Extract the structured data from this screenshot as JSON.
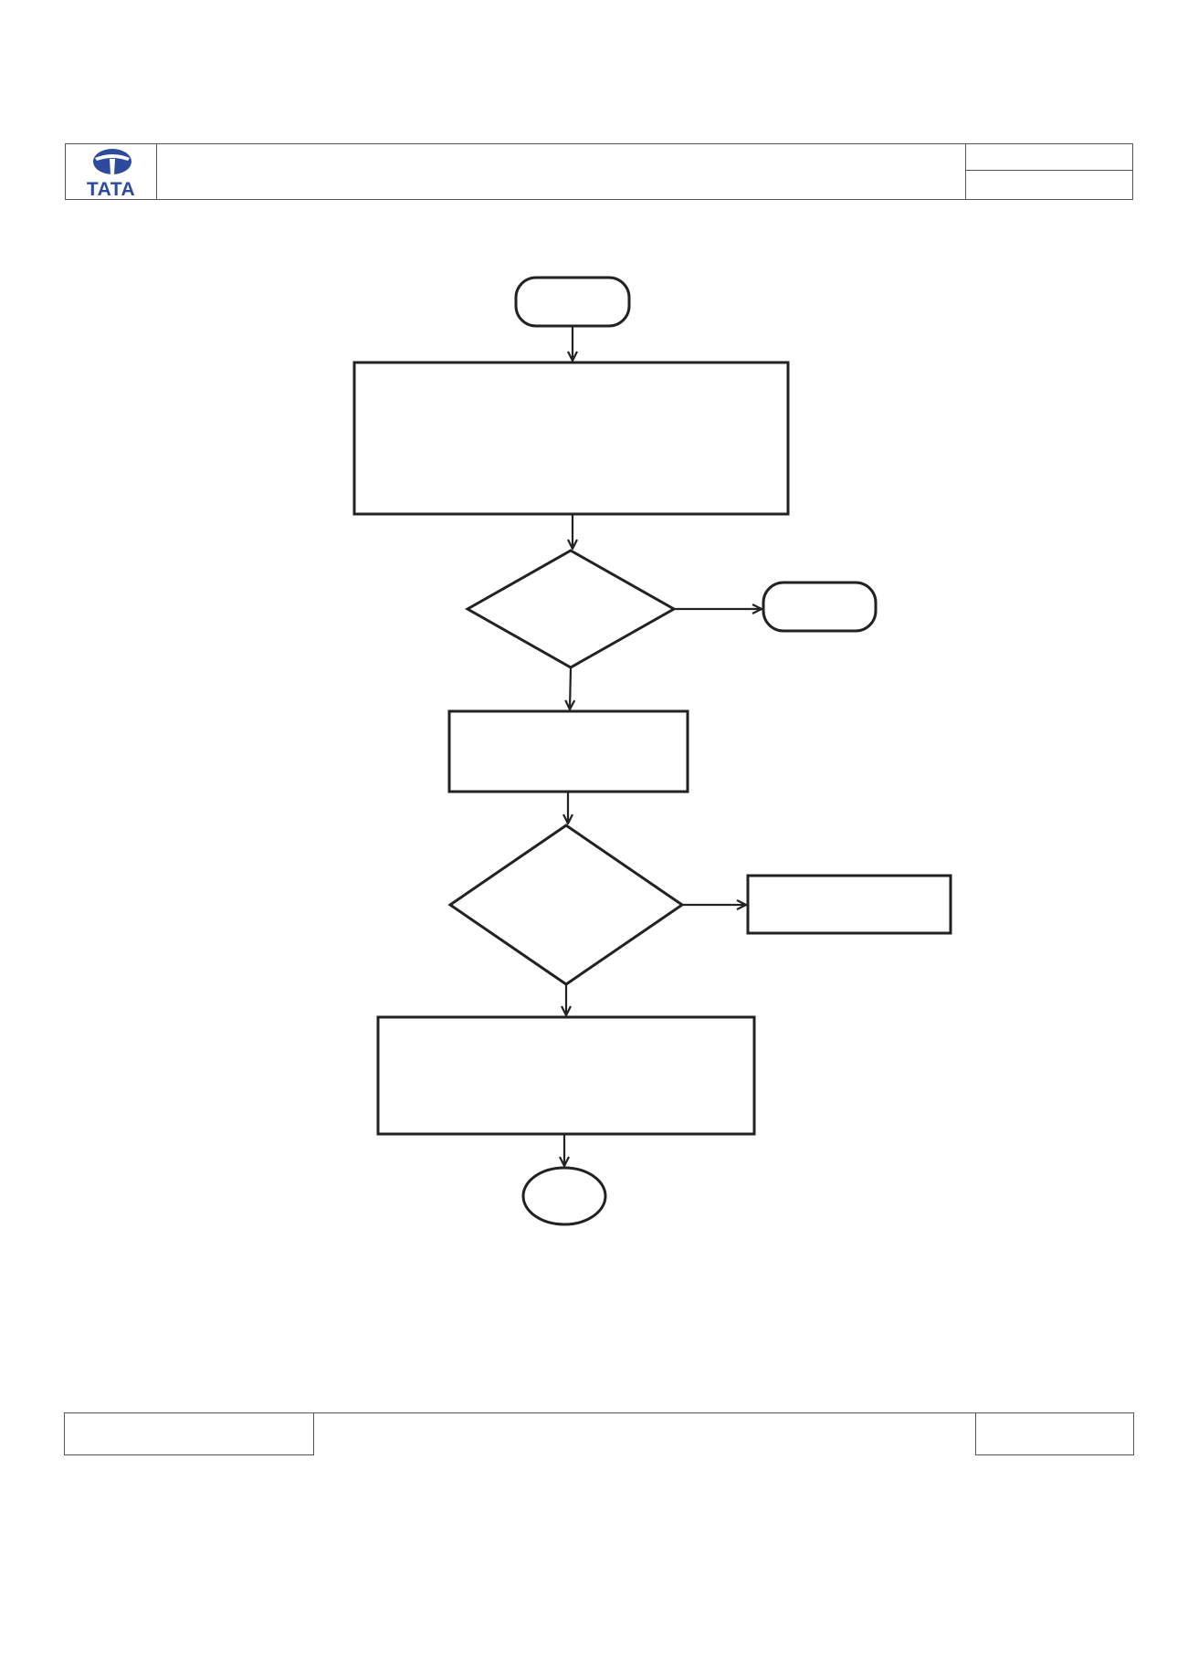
{
  "header": {
    "logo": {
      "text": "TATA",
      "icon": "tata-logo-icon",
      "color": "#2e4a9e"
    }
  },
  "diagram": {
    "type": "flowchart",
    "nodes": [
      {
        "id": "start",
        "shape": "terminator",
        "label": ""
      },
      {
        "id": "process-1",
        "shape": "process",
        "label": ""
      },
      {
        "id": "decision-1",
        "shape": "decision",
        "label": ""
      },
      {
        "id": "terminator-right",
        "shape": "terminator",
        "label": ""
      },
      {
        "id": "process-2",
        "shape": "process",
        "label": ""
      },
      {
        "id": "decision-2",
        "shape": "decision",
        "label": ""
      },
      {
        "id": "process-right",
        "shape": "process",
        "label": ""
      },
      {
        "id": "process-3",
        "shape": "process",
        "label": ""
      },
      {
        "id": "end",
        "shape": "connector",
        "label": ""
      }
    ],
    "edges": [
      {
        "from": "start",
        "to": "process-1"
      },
      {
        "from": "process-1",
        "to": "decision-1"
      },
      {
        "from": "decision-1",
        "to": "terminator-right"
      },
      {
        "from": "decision-1",
        "to": "process-2"
      },
      {
        "from": "process-2",
        "to": "decision-2"
      },
      {
        "from": "decision-2",
        "to": "process-right"
      },
      {
        "from": "decision-2",
        "to": "process-3"
      },
      {
        "from": "process-3",
        "to": "end"
      }
    ]
  }
}
